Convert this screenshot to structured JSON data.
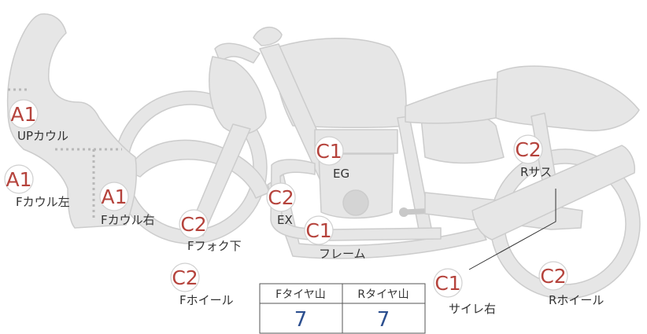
{
  "colors": {
    "bike_fill": "#e6e6e6",
    "bike_stroke": "#cccccc",
    "badge_text": "#b5433c",
    "value_text": "#2c4f8f"
  },
  "badges": [
    {
      "code": "A1",
      "label": "UPカウル"
    },
    {
      "code": "A1",
      "label": "Fカウル左"
    },
    {
      "code": "A1",
      "label": "Fカウル右"
    },
    {
      "code": "C2",
      "label": "Fフォク下"
    },
    {
      "code": "C2",
      "label": "Fホイール"
    },
    {
      "code": "C1",
      "label": "EG"
    },
    {
      "code": "C2",
      "label": "EX"
    },
    {
      "code": "C1",
      "label": "フレーム"
    },
    {
      "code": "C2",
      "label": "Rサス"
    },
    {
      "code": "C1",
      "label": "サイレ右"
    },
    {
      "code": "C2",
      "label": "Rホイール"
    }
  ],
  "tire_table": {
    "headers": [
      "Fタイヤ山",
      "Rタイヤ山"
    ],
    "values": [
      "7",
      "7"
    ]
  }
}
